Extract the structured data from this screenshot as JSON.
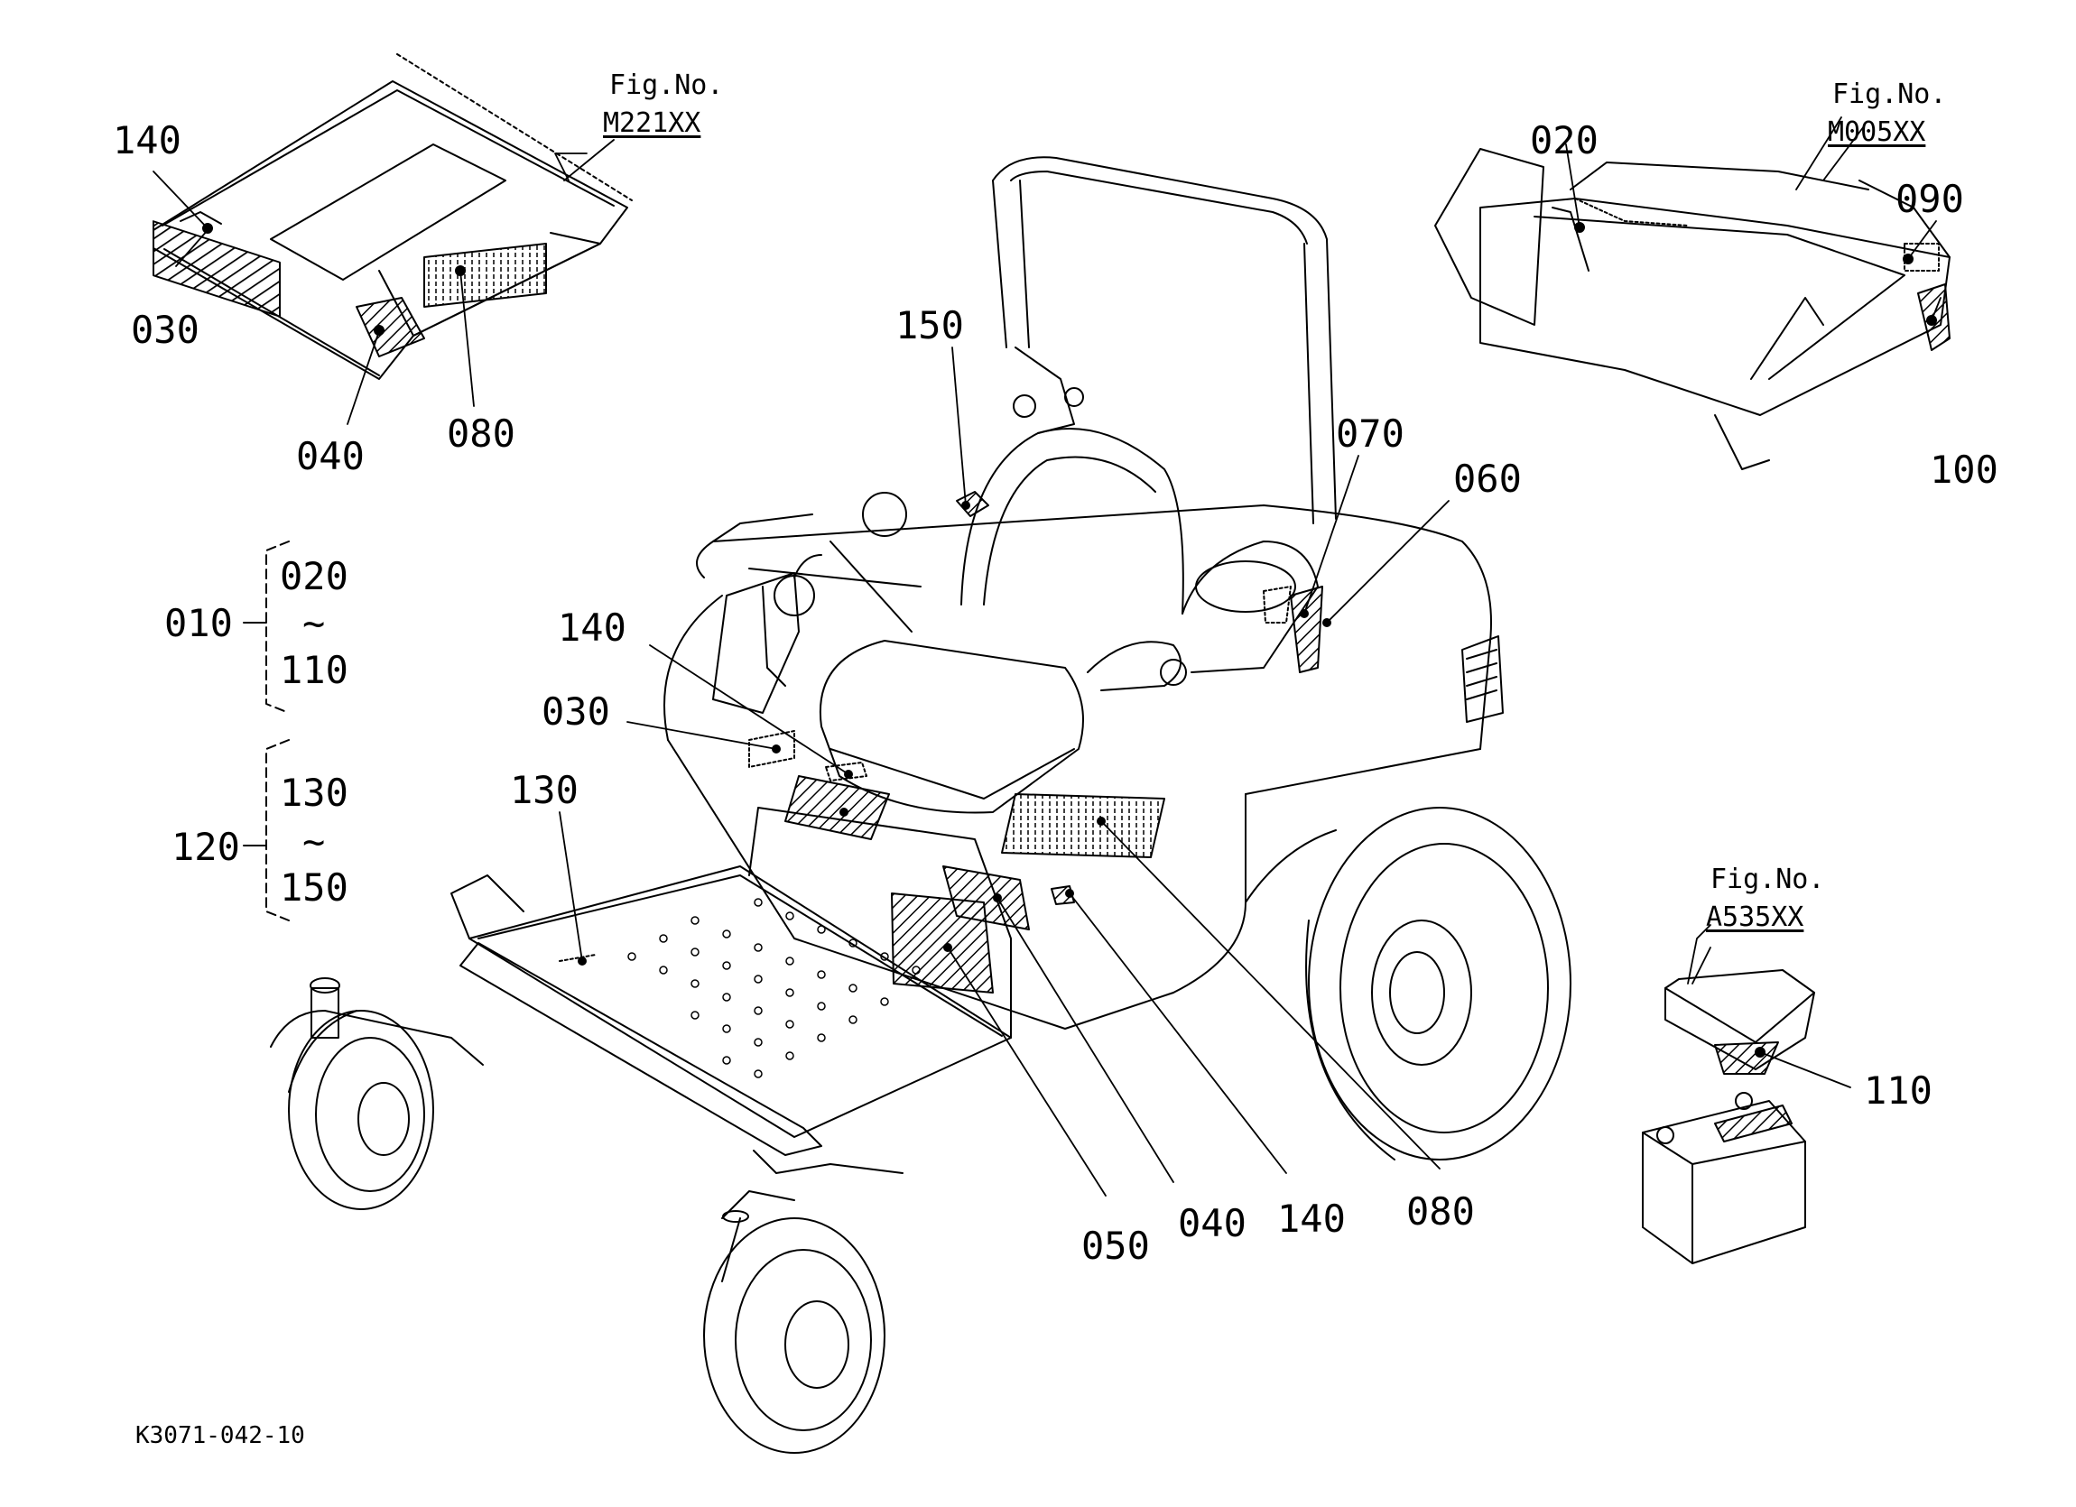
{
  "diagram": {
    "drawing_number": "K3071-042-10",
    "figure_references": [
      {
        "label": "Fig.No.",
        "code": "M221XX"
      },
      {
        "label": "Fig.No.",
        "code": "M005XX"
      },
      {
        "label": "Fig.No.",
        "code": "A535XX"
      }
    ],
    "groups": [
      {
        "parent": "010",
        "from": "020",
        "separator": "~",
        "to": "110"
      },
      {
        "parent": "120",
        "from": "130",
        "separator": "~",
        "to": "150"
      }
    ],
    "callouts": {
      "c140_floor": "140",
      "c030_floor": "030",
      "c040_floor": "040",
      "c080_floor": "080",
      "c150": "150",
      "c070": "070",
      "c060": "060",
      "c140_seat": "140",
      "c030_seat": "030",
      "c130": "130",
      "c050": "050",
      "c040_main": "040",
      "c140_main": "140",
      "c080_main": "080",
      "c020": "020",
      "c090": "090",
      "c100": "100",
      "c110": "110"
    }
  }
}
